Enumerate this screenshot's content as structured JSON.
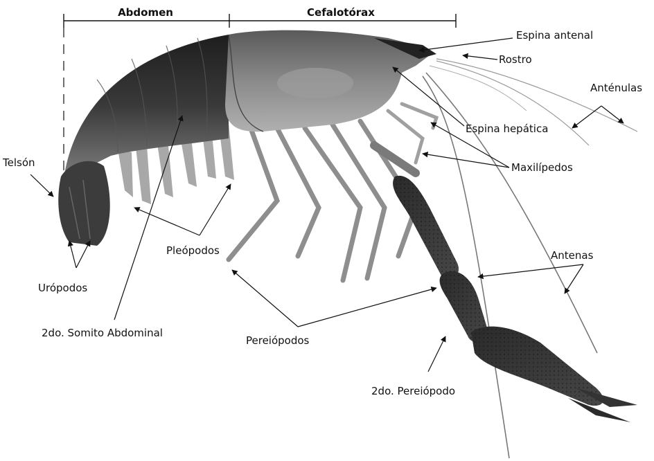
{
  "headers": {
    "abdomen": "Abdomen",
    "cefalotorax": "Cefalotórax"
  },
  "labels": {
    "espina_antenal": "Espina antenal",
    "rostro": "Rostro",
    "antenulas": "Anténulas",
    "espina_hepatica": "Espina hepática",
    "telson": "Telsón",
    "maxilipedos": "Maxilípedos",
    "pleopodos": "Pleópodos",
    "uropodos": "Urópodos",
    "antenas": "Antenas",
    "segundo_somito": "2do. Somito Abdominal",
    "pereiopodos": "Pereiópodos",
    "segundo_pereiopodo": "2do. Pereiópodo"
  },
  "colors": {
    "text": "#111111",
    "body_dark": "#2b2b2b",
    "body_mid": "#6e6e6e",
    "body_light": "#a9a9a9",
    "appendage": "#9a9a9a"
  }
}
